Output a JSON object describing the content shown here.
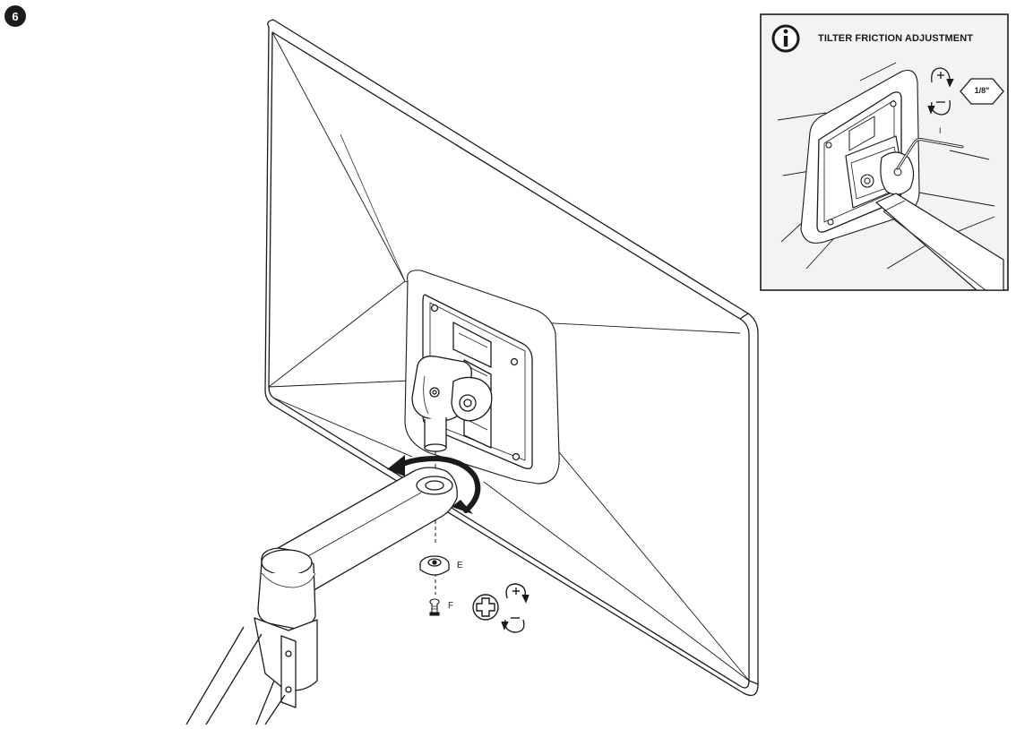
{
  "step": {
    "number": "6"
  },
  "inset": {
    "title": "TILTER FRICTION ADJUSTMENT",
    "info_icon": "info-icon",
    "hex_size": "1/8\"",
    "part_label": "I"
  },
  "parts": {
    "cap_label": "E",
    "screw_label": "F"
  },
  "icons": [
    "info-icon",
    "phillips-screwdriver-icon",
    "tighten-clockwise-icon",
    "loosen-counterclockwise-icon",
    "hex-key-icon",
    "rotate-arrow-icon"
  ]
}
